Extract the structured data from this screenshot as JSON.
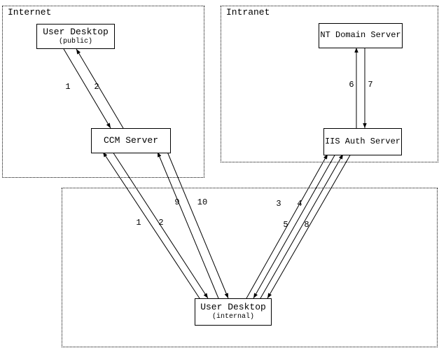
{
  "diagram": {
    "zones": {
      "internet": {
        "label": "Internet"
      },
      "intranet": {
        "label": "Intranet"
      }
    },
    "nodes": {
      "user_desktop_public": {
        "title": "User Desktop",
        "subtitle": "(public)"
      },
      "ccm_server": {
        "title": "CCM Server"
      },
      "nt_domain_server": {
        "title": "NT Domain Server"
      },
      "iis_auth_server": {
        "title": "IIS Auth Server"
      },
      "user_desktop_internal": {
        "title": "User Desktop",
        "subtitle": "(internal)"
      }
    },
    "edge_labels": {
      "public_1": "1",
      "public_2": "2",
      "nt_6": "6",
      "nt_7": "7",
      "ccm_9": "9",
      "ccm_10": "10",
      "internal_1": "1",
      "internal_2": "2",
      "iis_3": "3",
      "iis_4": "4",
      "iis_5": "5",
      "iis_8": "8"
    },
    "colors": {
      "line": "#000000",
      "text": "#000000",
      "background": "#ffffff"
    }
  }
}
